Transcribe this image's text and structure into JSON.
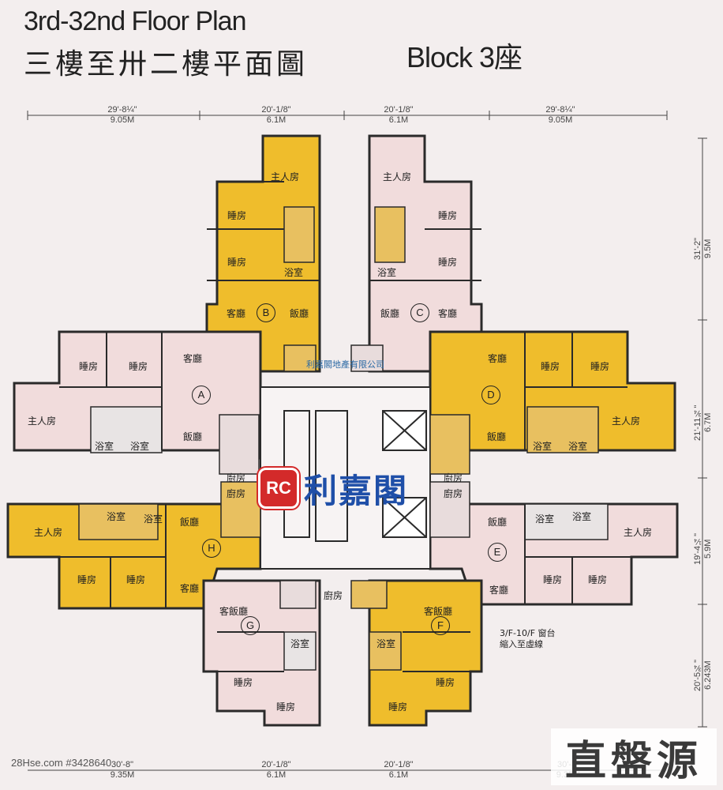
{
  "title": {
    "en": "3rd-32nd Floor Plan",
    "zh": "三樓至卅二樓平面圖",
    "block": "Block 3座"
  },
  "dimensions": {
    "top": [
      {
        "ft": "29'-8¼\"",
        "m": "9.05M"
      },
      {
        "ft": "20'-1/8\"",
        "m": "6.1M"
      },
      {
        "ft": "20'-1/8\"",
        "m": "6.1M"
      },
      {
        "ft": "29'-8¼\"",
        "m": "9.05M"
      }
    ],
    "right": [
      {
        "ft": "31'-2\"",
        "m": "9.5M"
      },
      {
        "ft": "21'-11¾\"",
        "m": "6.7M"
      },
      {
        "ft": "19'-4¼\"",
        "m": "5.9M"
      },
      {
        "ft": "20'-5¾\"",
        "m": "6.243M"
      }
    ],
    "bottom": [
      {
        "ft": "30'-8\"",
        "m": "9.35M"
      },
      {
        "ft": "20'-1/8\"",
        "m": "6.1M"
      },
      {
        "ft": "20'-1/8\"",
        "m": "6.1M"
      },
      {
        "ft": "30'-8\"",
        "m": "9.35M"
      }
    ]
  },
  "units": [
    "A",
    "B",
    "C",
    "D",
    "E",
    "F",
    "G",
    "H"
  ],
  "rooms": {
    "master": "主人房",
    "bedroom": "睡房",
    "bath": "浴室",
    "living": "客廳",
    "dining": "飯廳",
    "kitchen": "廚房",
    "living_dining": "客飯廳"
  },
  "note": [
    "3/F-10/F 窗台",
    "縮入至虛線"
  ],
  "logo": {
    "mark": "RC",
    "text": "利嘉閣"
  },
  "company_small": "利嘉閣地產有限公司",
  "source": "28Hse.com #3428640",
  "corner_mark": "直盤源",
  "colors": {
    "yellow": "#efbd2c",
    "pink": "#f1dcdc",
    "wall": "#2a2a2a",
    "bath": "#e8e4e4"
  }
}
